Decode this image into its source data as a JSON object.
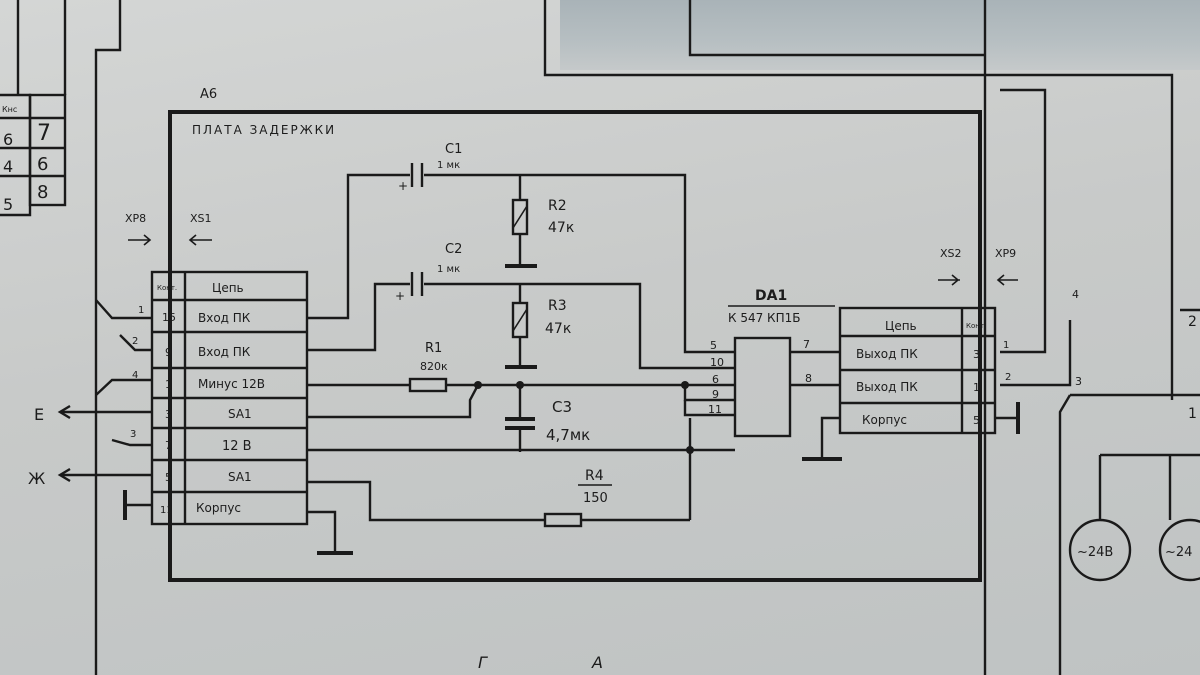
{
  "board": {
    "ref": "А6",
    "title": "ПЛАТА  ЗАДЕРЖКИ"
  },
  "connectors": {
    "left_plug": "ХР8",
    "left_socket": "ХS1",
    "right_socket": "ХS2",
    "right_plug": "ХР9"
  },
  "components": {
    "c1": {
      "name": "С1",
      "value": "1 мк"
    },
    "c2": {
      "name": "С2",
      "value": "1 мк"
    },
    "c3": {
      "name": "С3",
      "value": "4,7мк"
    },
    "r1": {
      "name": "R1",
      "value": "820к"
    },
    "r2": {
      "name": "R2",
      "value": "47к"
    },
    "r3": {
      "name": "R3",
      "value": "47к"
    },
    "r4": {
      "name": "R4",
      "value": "150"
    },
    "da1": {
      "name": "DА1",
      "type": "К 547 КП1Б"
    }
  },
  "left_table": {
    "header_contact": "Конт.",
    "header_circuit": "Цепь",
    "rows": [
      {
        "contact": "15",
        "circuit": "Вход ПК"
      },
      {
        "contact": "9",
        "circuit": "Вход ПК"
      },
      {
        "contact": "1",
        "circuit": "Минус 12В"
      },
      {
        "contact": "3",
        "circuit": "SA1"
      },
      {
        "contact": "7",
        "circuit": "12 В"
      },
      {
        "contact": "5",
        "circuit": "SA1"
      },
      {
        "contact": "11",
        "circuit": "Корпус"
      }
    ]
  },
  "right_table": {
    "header_circuit": "Цепь",
    "header_contact": "Конт.",
    "rows": [
      {
        "circuit": "Выход ПК",
        "contact": "3"
      },
      {
        "circuit": "Выход ПК",
        "contact": "1"
      },
      {
        "circuit": "Корпус",
        "contact": "5"
      }
    ]
  },
  "da1_pins": {
    "p5": "5",
    "p10": "10",
    "p6": "6",
    "p9": "9",
    "p11": "11",
    "p7": "7",
    "p8": "8"
  },
  "wire_numbers": {
    "left": [
      "1",
      "2",
      "4",
      "3"
    ],
    "right": [
      "1",
      "2"
    ],
    "far_right": [
      "4",
      "3"
    ]
  },
  "outputs": {
    "e": "Е",
    "zh": "Ж"
  },
  "bottom_letters": [
    "Г",
    "А"
  ],
  "left_edge": {
    "header": "Кнс",
    "rows": [
      {
        "contact": "6",
        "value": "7"
      },
      {
        "contact": "4",
        "value": "6"
      },
      {
        "contact": "5",
        "value": "8"
      }
    ]
  },
  "lamps": [
    "~24В",
    "~24"
  ],
  "far_right_edge": [
    "2",
    "1"
  ]
}
